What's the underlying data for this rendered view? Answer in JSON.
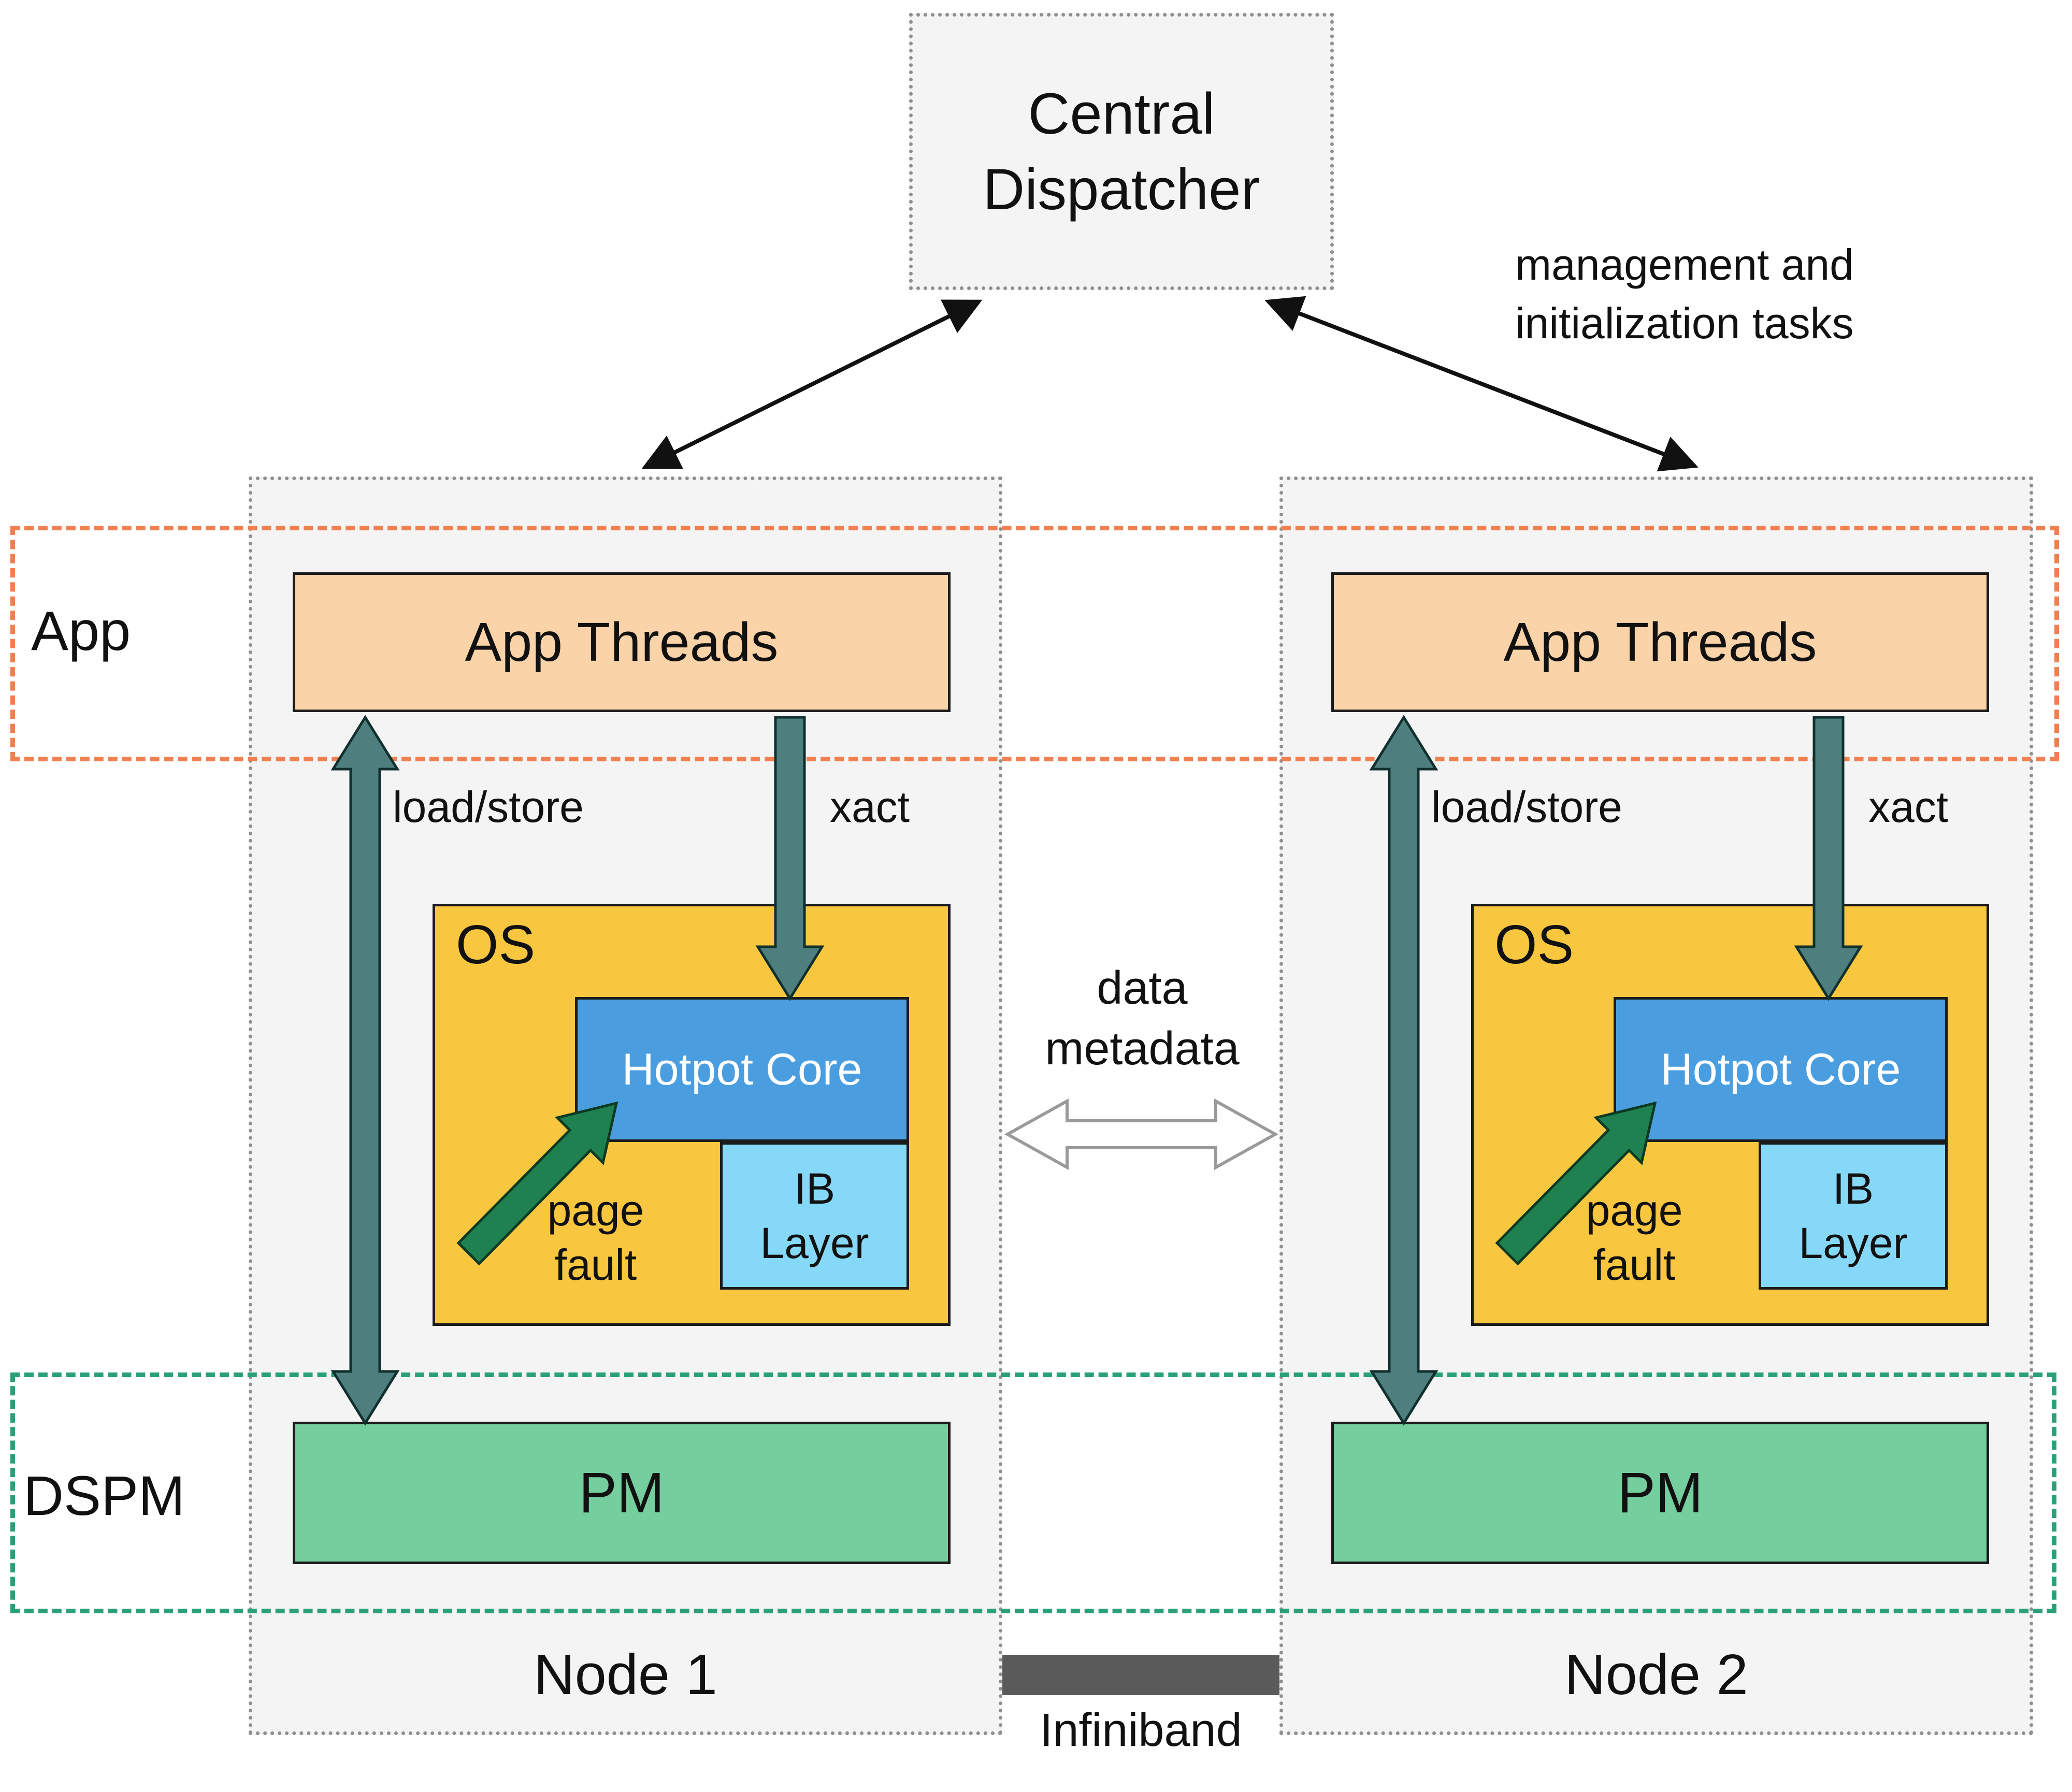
{
  "colors": {
    "node_bg": "#f4f4f4",
    "node_border": "#8f8f8f",
    "app_band_border": "#f08050",
    "dspm_band_border": "#2aa07a",
    "app_threads_fill": "#fbd3a8",
    "os_fill": "#f8c63f",
    "hotpot_fill": "#4a9ee0",
    "ib_fill": "#86d8f8",
    "pm_fill": "#74ce9d",
    "flow_arrow_fill": "#4e7f7e",
    "page_fault_arrow_fill": "#1f8150",
    "infiniband_bar": "#5a5a5a",
    "hollow_arrow_stroke": "#9a9a9a"
  },
  "dispatcher": {
    "label": "Central Dispatcher"
  },
  "annotations": {
    "management": "management and\ninitialization tasks",
    "data_metadata": "data\nmetadata",
    "infiniband": "Infiniband"
  },
  "bands": {
    "app_label": "App",
    "dspm_label": "DSPM"
  },
  "nodes": [
    {
      "title": "Node 1",
      "app_threads_label": "App Threads",
      "os_label": "OS",
      "hotpot_label": "Hotpot Core",
      "ib_label": "IB\nLayer",
      "pm_label": "PM",
      "load_store_label": "load/store",
      "xact_label": "xact",
      "page_fault_label": "page\nfault"
    },
    {
      "title": "Node 2",
      "app_threads_label": "App Threads",
      "os_label": "OS",
      "hotpot_label": "Hotpot Core",
      "ib_label": "IB\nLayer",
      "pm_label": "PM",
      "load_store_label": "load/store",
      "xact_label": "xact",
      "page_fault_label": "page\nfault"
    }
  ]
}
